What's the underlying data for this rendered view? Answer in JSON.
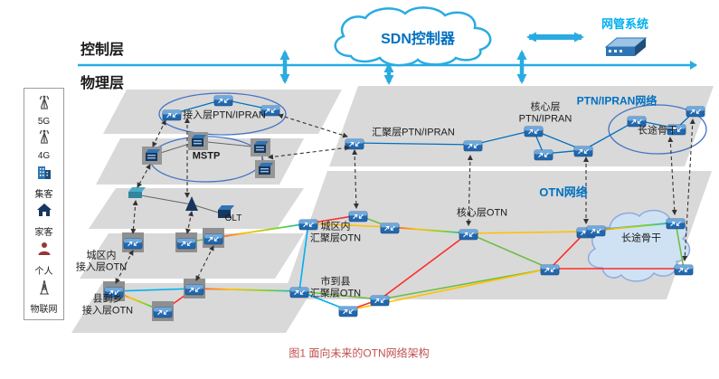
{
  "header": {
    "control_layer_label": "控制层",
    "physical_layer_label": "物理层",
    "sdn_controller_label": "SDN控制器",
    "nms_label": "网管系统"
  },
  "sidebar": {
    "items": [
      {
        "label": "5G",
        "icon": "antenna-5g-icon"
      },
      {
        "label": "4G",
        "icon": "antenna-4g-icon"
      },
      {
        "label": "集客",
        "icon": "office-building-icon"
      },
      {
        "label": "家客",
        "icon": "home-icon"
      },
      {
        "label": "个人",
        "icon": "person-icon"
      },
      {
        "label": "物联网",
        "icon": "radio-tower-icon"
      }
    ]
  },
  "ptn_ipran": {
    "network_title": "PTN/IPRAN网络",
    "access_label": "接入层PTN/IPRAN",
    "aggregation_label": "汇聚层PTN/IPRAN",
    "core_label": "核心层\nPTN/IPRAN",
    "backbone_label": "长途骨干"
  },
  "legacy": {
    "mstp_label": "MSTP",
    "olt_label": "OLT"
  },
  "otn": {
    "network_title": "OTN网络",
    "core_label": "核心层OTN",
    "metro_aggregation_label": "城区内\n汇聚层OTN",
    "county_aggregation_label": "市到县\n汇聚层OTN",
    "metro_access_label": "城区内\n接入层OTN",
    "county_access_label": "县到乡\n接入层OTN",
    "backbone_label": "长途骨干"
  },
  "caption": "图1  面向未来的OTN网络架构",
  "colors": {
    "accent_blue": "#29ABE2",
    "title_blue": "#0070C0",
    "nms_cyan": "#00B0F0",
    "plane_gray": "#D9D9D9",
    "caption_red": "#C0504D"
  }
}
